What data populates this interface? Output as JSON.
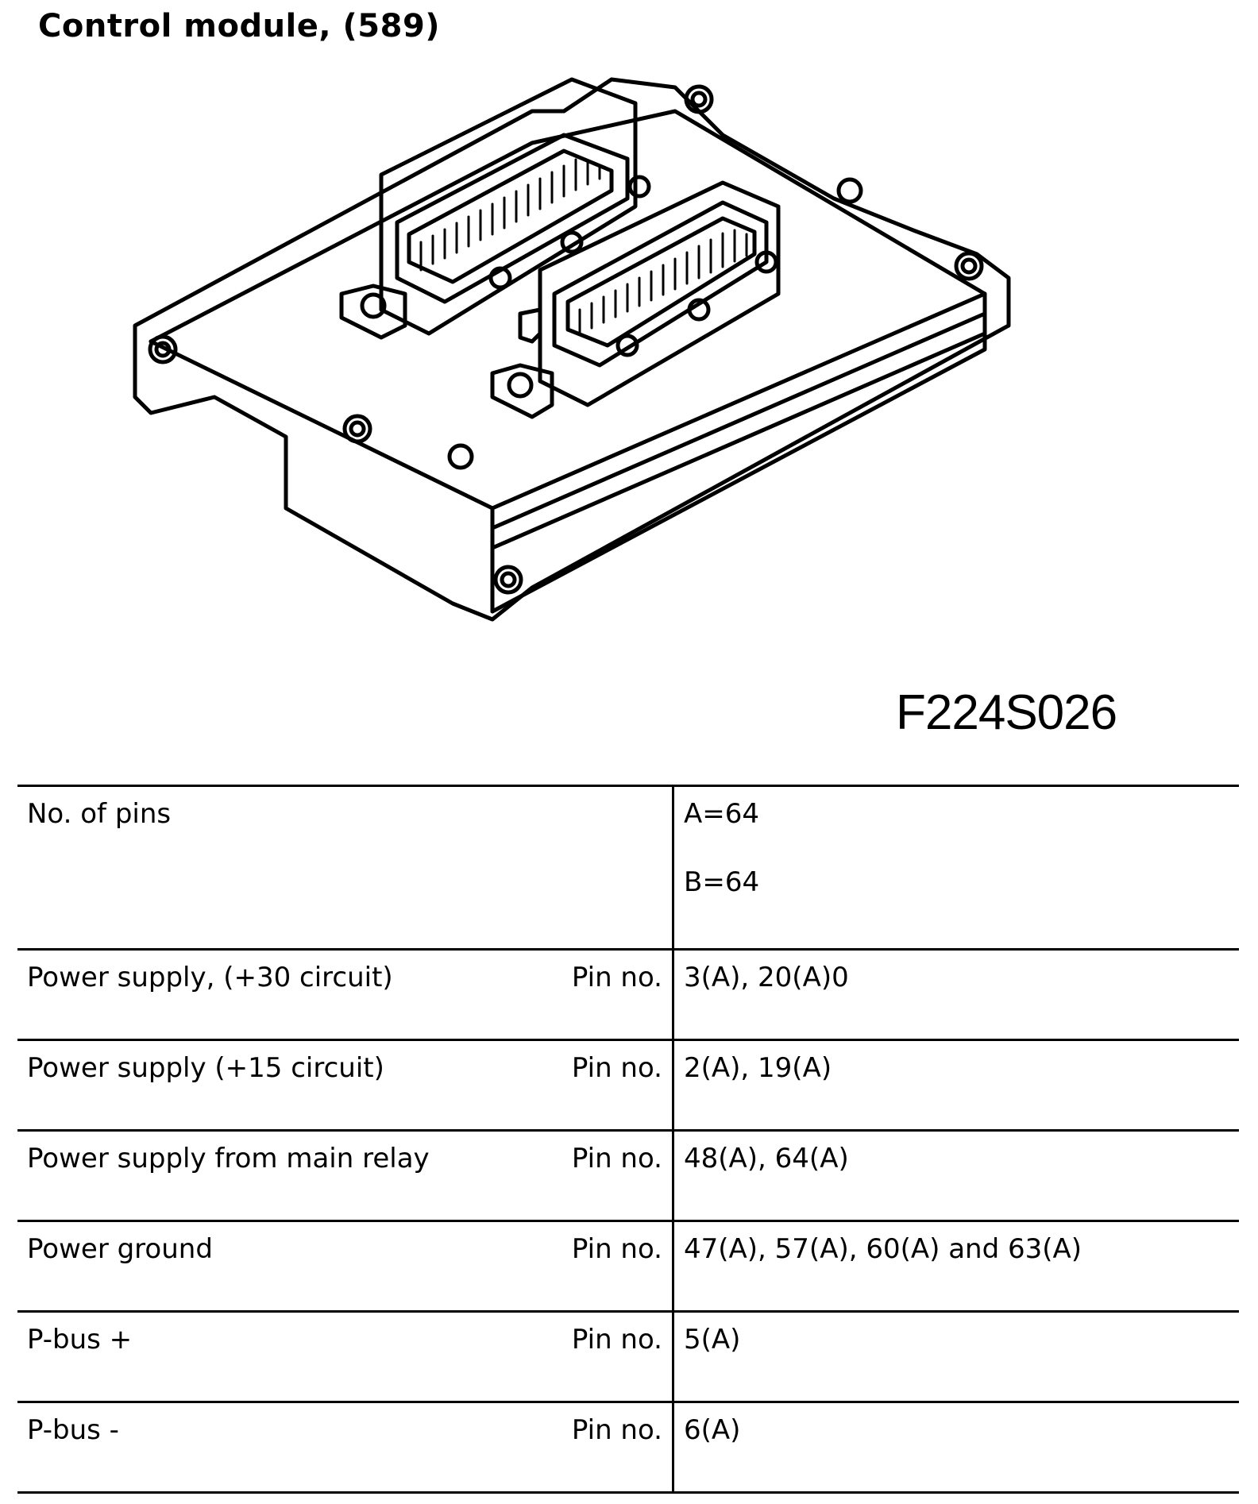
{
  "document": {
    "title": "Control module, (589)",
    "figure_code": "F224S026"
  },
  "specs": {
    "pins": {
      "label": "No. of pins",
      "value_a": "A=64",
      "value_b": "B=64"
    },
    "rows": [
      {
        "label": "Power supply, (+30 circuit)",
        "unit": "Pin no.",
        "value": "3(A), 20(A)0"
      },
      {
        "label": "Power supply (+15 circuit)",
        "unit": "Pin no.",
        "value": "2(A), 19(A)"
      },
      {
        "label": "Power supply from main relay",
        "unit": "Pin no.",
        "value": "48(A), 64(A)"
      },
      {
        "label": "Power ground",
        "unit": "Pin no.",
        "value": "47(A), 57(A), 60(A) and 63(A)"
      },
      {
        "label": "P-bus +",
        "unit": "Pin no.",
        "value": "5(A)"
      },
      {
        "label": "P-bus -",
        "unit": "Pin no.",
        "value": "6(A)"
      }
    ]
  }
}
